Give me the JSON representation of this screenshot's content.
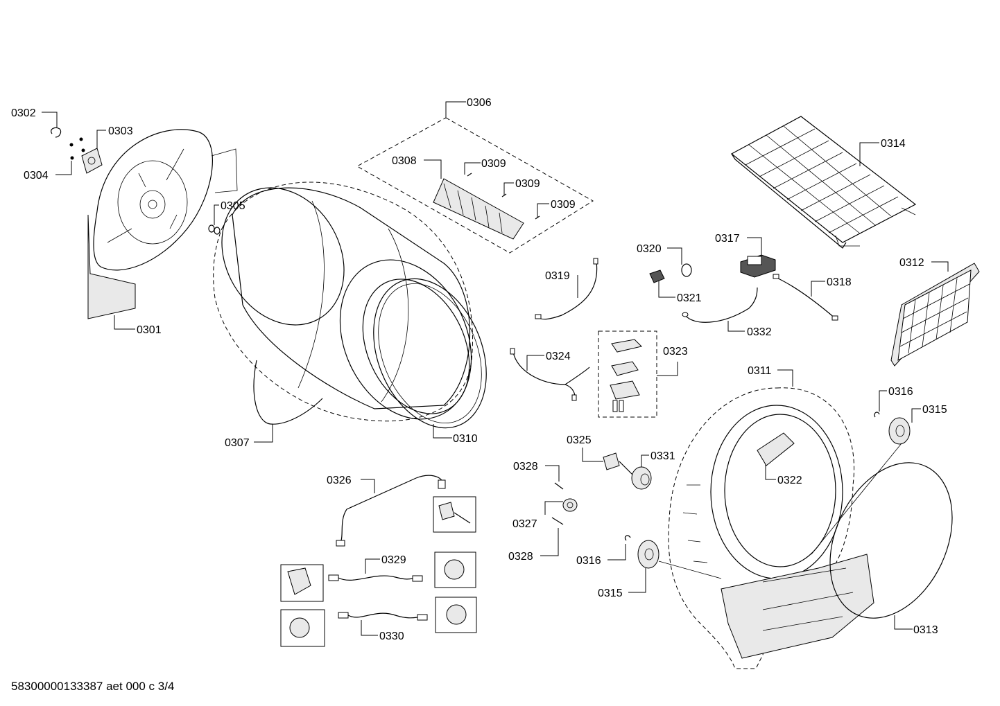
{
  "diagram": {
    "labels": {
      "p0301": "0301",
      "p0302": "0302",
      "p0303": "0303",
      "p0304": "0304",
      "p0305": "0305",
      "p0306": "0306",
      "p0307": "0307",
      "p0308": "0308",
      "p0309a": "0309",
      "p0309b": "0309",
      "p0309c": "0309",
      "p0310": "0310",
      "p0311": "0311",
      "p0312": "0312",
      "p0313": "0313",
      "p0314": "0314",
      "p0315a": "0315",
      "p0315b": "0315",
      "p0316a": "0316",
      "p0316b": "0316",
      "p0317": "0317",
      "p0318": "0318",
      "p0319": "0319",
      "p0320": "0320",
      "p0321": "0321",
      "p0322": "0322",
      "p0323": "0323",
      "p0324": "0324",
      "p0325": "0325",
      "p0326": "0326",
      "p0327": "0327",
      "p0328a": "0328",
      "p0328b": "0328",
      "p0329": "0329",
      "p0330": "0330",
      "p0331": "0331",
      "p0332": "0332"
    },
    "footer": "58300000133387 aet 000 c 3/4"
  }
}
